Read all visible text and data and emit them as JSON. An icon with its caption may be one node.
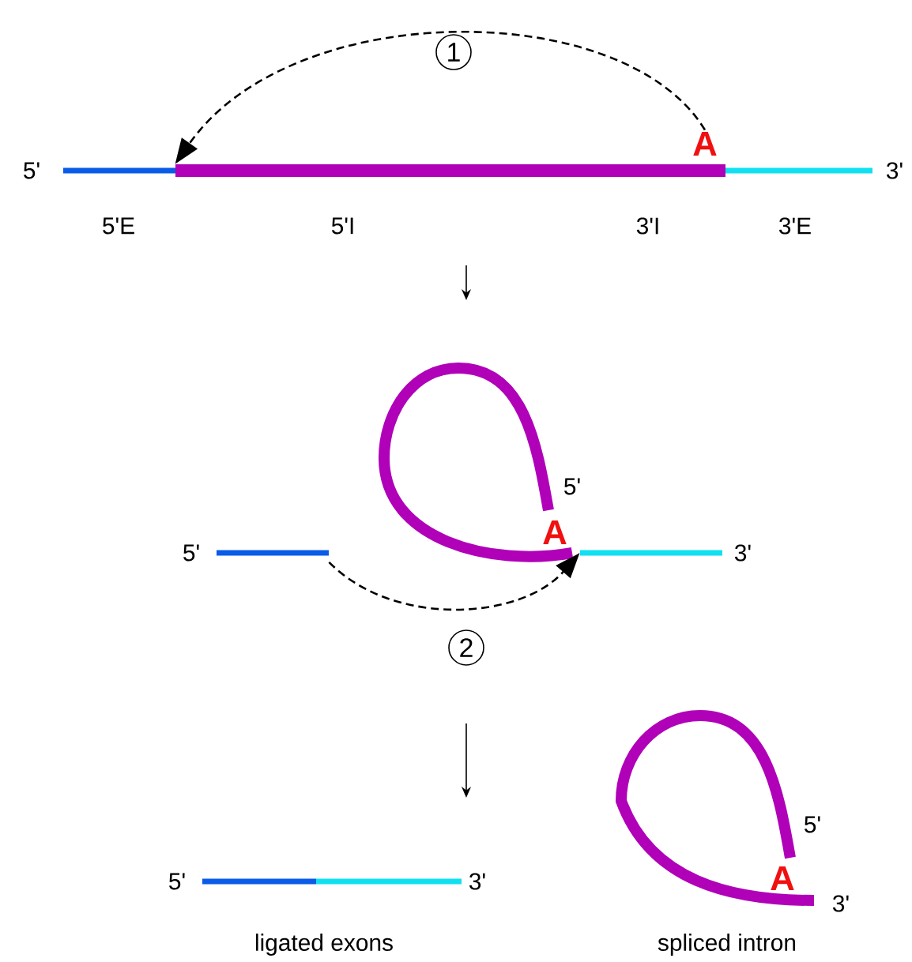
{
  "diagram": {
    "nodes": [
      {
        "text": [
          "A"
        ]
      },
      {
        "text": [],
        "shape": "bar"
      },
      {
        "text": [],
        "shape": "loop"
      },
      {
        "text": [],
        "shape": "bar",
        "beside": [
          "5'"
        ]
      },
      {
        "text": [],
        "shape": "bar",
        "beside": [
          "3'"
        ]
      }
    ],
    "edges": [
      {
        "from": 0,
        "to": 1,
        "arrow": "to",
        "style": "dashed",
        "label": "1"
      },
      {
        "from": 3,
        "to": 4,
        "arrow": "to",
        "style": "dashed",
        "label": "2"
      }
    ],
    "labels": [
      "5'",
      "3'",
      "5'E",
      "5'I",
      "3'I",
      "3'E",
      "5'",
      "A",
      "5'",
      "5'",
      "3'",
      "A",
      "3'",
      "ligated exons",
      "spliced intron"
    ]
  }
}
